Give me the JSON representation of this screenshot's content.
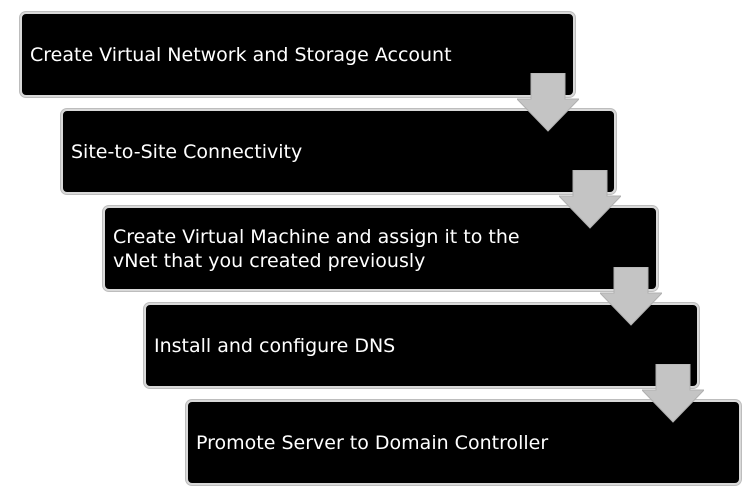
{
  "steps": [
    {
      "label": "Create Virtual Network and Storage Account"
    },
    {
      "label": "Site-to-Site Connectivity"
    },
    {
      "label": "Create Virtual Machine and assign it to the\nvNet that you created previously"
    },
    {
      "label": "Install and configure DNS"
    },
    {
      "label": "Promote Server to Domain Controller"
    }
  ],
  "colors": {
    "box_fill": "#000000",
    "box_border": "#d9d9d9",
    "text": "#ffffff",
    "arrow_fill": "#c4c4c4"
  }
}
